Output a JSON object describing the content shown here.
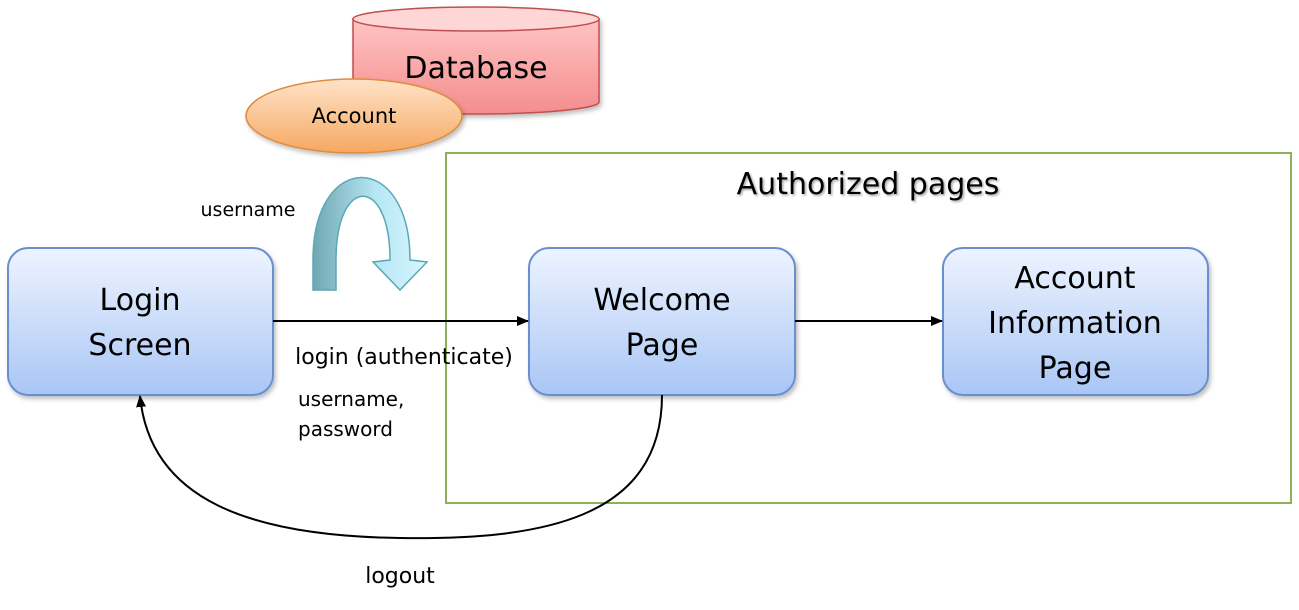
{
  "diagram": {
    "database_label": "Database",
    "account_label": "Account",
    "authorized_region_label": "Authorized pages",
    "login_screen": {
      "line1": "Login",
      "line2": "Screen"
    },
    "welcome_page": {
      "line1": "Welcome",
      "line2": "Page"
    },
    "account_info_page": {
      "line1": "Account",
      "line2": "Information",
      "line3": "Page"
    },
    "edge_login_label": "login (authenticate)",
    "edge_credentials": {
      "line1": "username,",
      "line2": "password"
    },
    "edge_username_label": "username",
    "edge_logout_label": "logout"
  }
}
